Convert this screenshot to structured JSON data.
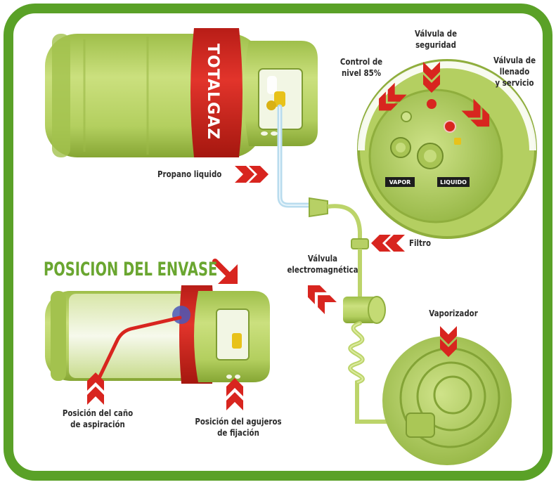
{
  "colors": {
    "frame": "#5aa127",
    "tank": "#b7d065",
    "tank_dark": "#8fae3d",
    "band": "#d8251f",
    "arrow": "#d8251f",
    "heading": "#6aa630",
    "hose": "#bcd46a",
    "liquid_tube": "#b9dcee"
  },
  "heading": "POSICION DEL ENVASE",
  "brand": "TOTALGAZ",
  "labels": {
    "propano": "Propano liquido",
    "control": "Control de\nnivel 85%",
    "seguridad": "Válvula de\nseguridad",
    "llenado": "Válvula de\nllenado\ny servicio",
    "filtro": "Filtro",
    "electro": "Válvula\nelectromagnética",
    "vaporizador": "Vaporizador",
    "cano": "Posición del caño\nde aspiración",
    "agujeros": "Posición del agujeros\nde fijación"
  },
  "valve_tags": {
    "vapor": "VAPOR",
    "liquido": "LIQUIDO"
  },
  "icons": [
    "chevron-arrow-icon",
    "diagonal-arrow-icon"
  ]
}
